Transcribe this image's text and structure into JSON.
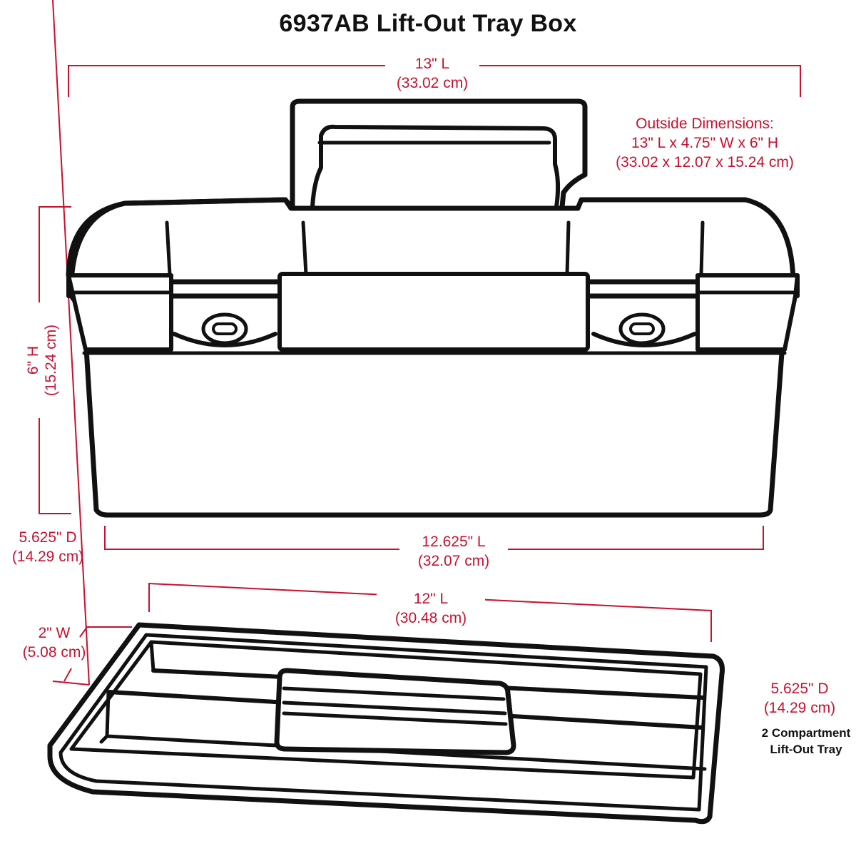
{
  "title": "6937AB Lift-Out Tray Box",
  "colors": {
    "dimension_red": "#c8102e",
    "line_black": "#111111",
    "background": "#ffffff"
  },
  "box": {
    "overall_length": {
      "inches": "13\" L",
      "cm": "(33.02 cm)"
    },
    "height": {
      "inches": "6\" H",
      "cm": "(15.24 cm)"
    },
    "base_length": {
      "inches": "12.625\" L",
      "cm": "(32.07 cm)"
    },
    "depth": {
      "inches": "5.625\" D",
      "cm": "(14.29 cm)"
    },
    "outside_dimensions": {
      "heading": "Outside Dimensions:",
      "inches": "13\" L x 4.75\" W x 6\" H",
      "cm": "(33.02 x 12.07 x 15.24  cm)"
    }
  },
  "tray": {
    "length": {
      "inches": "12\" L",
      "cm": "(30.48 cm)"
    },
    "width": {
      "inches": "2\" W",
      "cm": "(5.08 cm)"
    },
    "depth": {
      "inches": "5.625\" D",
      "cm": "(14.29 cm)"
    },
    "caption_line1": "2 Compartment",
    "caption_line2": "Lift-Out Tray"
  }
}
